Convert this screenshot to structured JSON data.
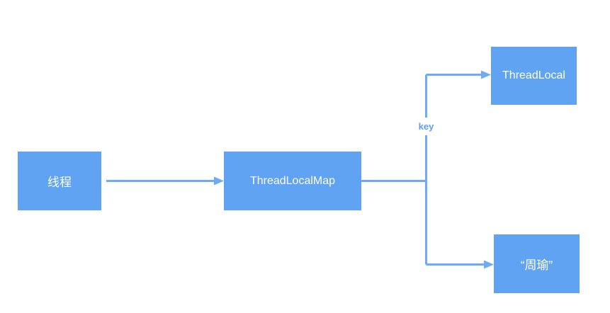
{
  "diagram": {
    "colors": {
      "canvas_bg": "#ffffff",
      "node_fill": "#5FA3F2",
      "node_text": "#ffffff",
      "connector": "#6FABF5",
      "edge_label": "#5C9FF2"
    },
    "nodes": [
      {
        "id": "thread",
        "label": "线程"
      },
      {
        "id": "threadlocalmap",
        "label": "ThreadLocalMap"
      },
      {
        "id": "threadlocal",
        "label": "ThreadLocal"
      },
      {
        "id": "value-zhouyu",
        "label": "“周瑜”"
      }
    ],
    "edges": [
      {
        "from": "thread",
        "to": "threadlocalmap",
        "label": ""
      },
      {
        "from": "threadlocalmap",
        "to": "threadlocal",
        "label": "key"
      },
      {
        "from": "threadlocalmap",
        "to": "value-zhouyu",
        "label": ""
      }
    ],
    "edge_labels": {
      "key": "key"
    }
  }
}
